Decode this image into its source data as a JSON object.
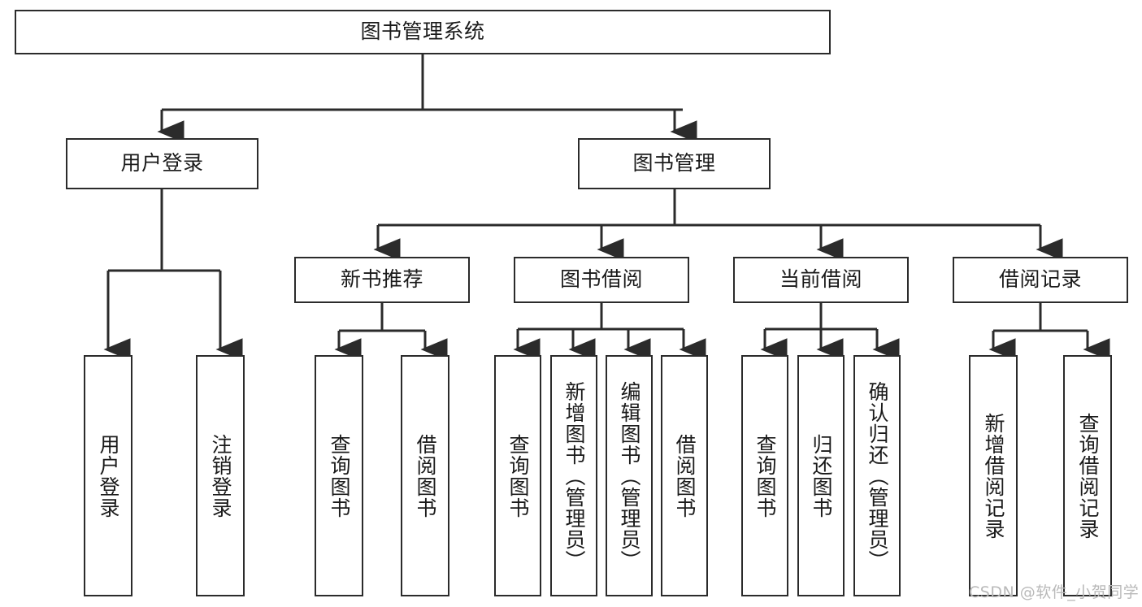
{
  "diagram": {
    "title": "图书管理系统",
    "type": "functional-decomposition-tree",
    "colors": {
      "stroke": "#2b2b2b",
      "fill": "#ffffff",
      "text": "#1a1a1a",
      "watermark": "#b9b9b9"
    },
    "root": {
      "label": "图书管理系统"
    },
    "level2": [
      {
        "label": "用户登录"
      },
      {
        "label": "图书管理"
      }
    ],
    "level3": [
      {
        "label": "新书推荐"
      },
      {
        "label": "图书借阅"
      },
      {
        "label": "当前借阅"
      },
      {
        "label": "借阅记录"
      }
    ],
    "leaves": [
      {
        "label": "用户登录",
        "parent": "用户登录"
      },
      {
        "label": "注销登录",
        "parent": "用户登录"
      },
      {
        "label": "查询图书",
        "parent": "新书推荐"
      },
      {
        "label": "借阅图书",
        "parent": "新书推荐"
      },
      {
        "label": "查询图书",
        "parent": "图书借阅"
      },
      {
        "label": "新增图书（管理员）",
        "parent": "图书借阅"
      },
      {
        "label": "编辑图书（管理员）",
        "parent": "图书借阅"
      },
      {
        "label": "借阅图书",
        "parent": "图书借阅"
      },
      {
        "label": "查询图书",
        "parent": "当前借阅"
      },
      {
        "label": "归还图书",
        "parent": "当前借阅"
      },
      {
        "label": "确认归还（管理员）",
        "parent": "当前借阅"
      },
      {
        "label": "新增借阅记录",
        "parent": "借阅记录"
      },
      {
        "label": "查询借阅记录",
        "parent": "借阅记录"
      }
    ],
    "watermark": "CSDN @软件_小贺同学"
  }
}
